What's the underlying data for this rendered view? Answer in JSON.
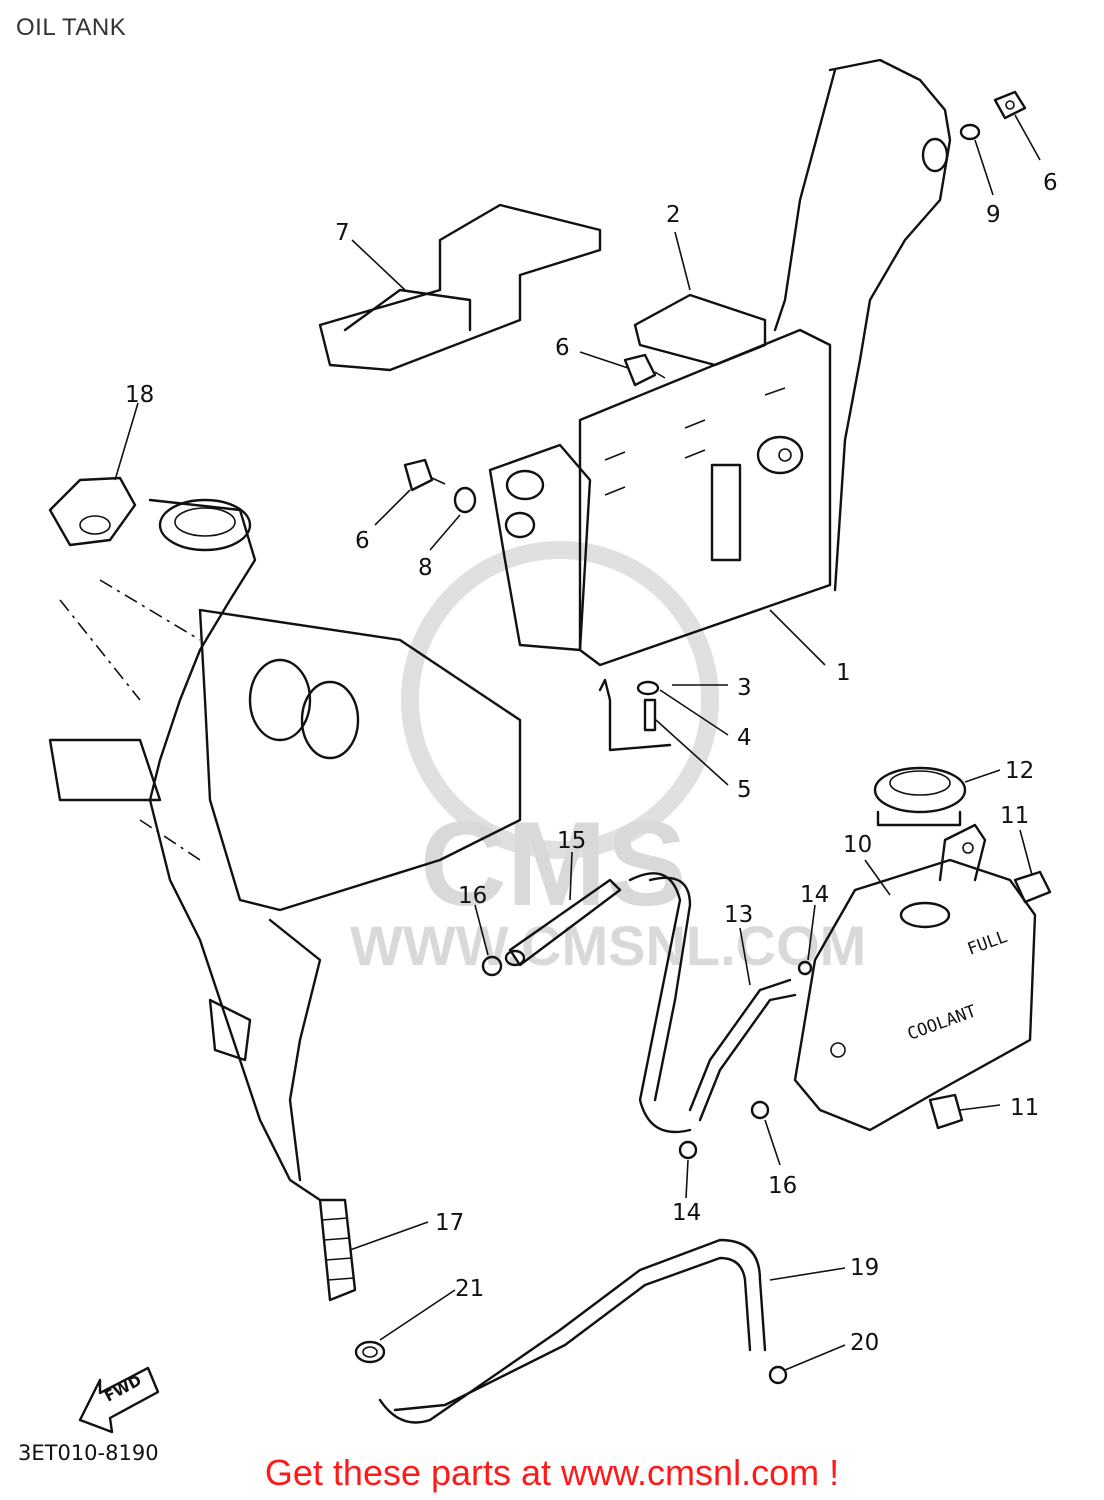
{
  "page": {
    "title": "OIL TANK",
    "diagram_code": "3ET010-8190",
    "cta": "Get these parts at www.cmsnl.com !"
  },
  "watermark": {
    "logo_text": "CMS",
    "url_text": "WWW.CMSNL.COM"
  },
  "tank_labels": {
    "full": "FULL",
    "coolant": "COOLANT"
  },
  "fwd_arrow": "FWD",
  "callouts": {
    "c1": "1",
    "c2": "2",
    "c3": "3",
    "c4": "4",
    "c5": "5",
    "c6a": "6",
    "c6b": "6",
    "c6c": "6",
    "c7": "7",
    "c8": "8",
    "c9": "9",
    "c10": "10",
    "c11a": "11",
    "c11b": "11",
    "c12": "12",
    "c13": "13",
    "c14a": "14",
    "c14b": "14",
    "c15": "15",
    "c16a": "16",
    "c16b": "16",
    "c17": "17",
    "c18": "18",
    "c19": "19",
    "c20": "20",
    "c21": "21"
  },
  "colors": {
    "cta": "#ff1a1a",
    "watermark": "#d9d9d9",
    "line": "#111111"
  }
}
